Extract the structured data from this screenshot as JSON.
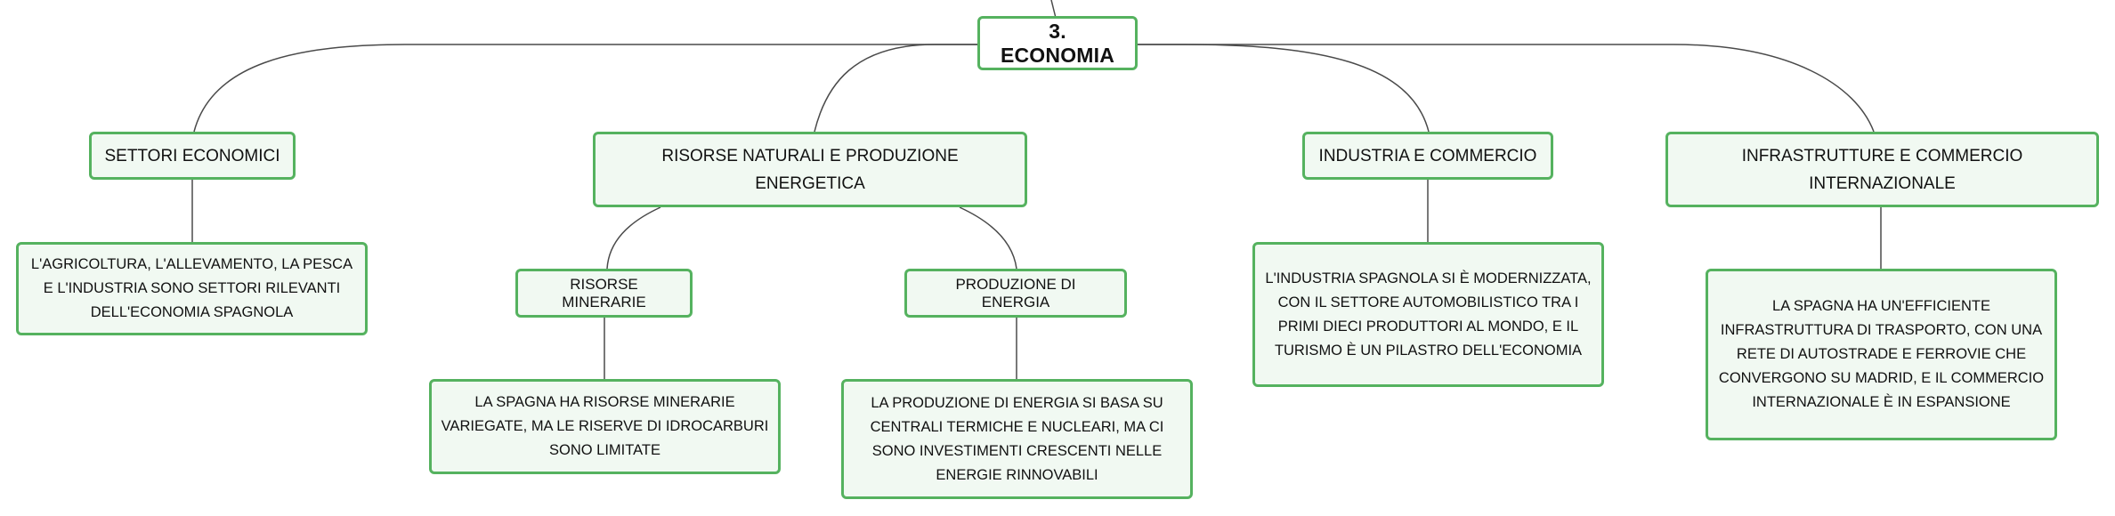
{
  "map": {
    "root": {
      "label": "3. ECONOMIA"
    },
    "settori": {
      "title": "SETTORI ECONOMICI",
      "detail": "L'AGRICOLTURA, L'ALLEVAMENTO, LA PESCA E L'INDUSTRIA SONO SETTORI RILEVANTI DELL'ECONOMIA SPAGNOLA"
    },
    "risorse": {
      "title": "RISORSE NATURALI E PRODUZIONE ENERGETICA",
      "minerarie": {
        "title": "RISORSE MINERARIE",
        "detail": "LA SPAGNA HA RISORSE MINERARIE VARIEGATE, MA LE RISERVE DI IDROCARBURI SONO LIMITATE"
      },
      "energia": {
        "title": "PRODUZIONE DI ENERGIA",
        "detail": "LA PRODUZIONE DI ENERGIA SI BASA SU CENTRALI TERMICHE E NUCLEARI, MA CI SONO INVESTIMENTI CRESCENTI NELLE ENERGIE RINNOVABILI"
      }
    },
    "industria": {
      "title": "INDUSTRIA E COMMERCIO",
      "detail": "L'INDUSTRIA SPAGNOLA SI È MODERNIZZATA, CON IL SETTORE AUTOMOBILISTICO TRA I PRIMI DIECI PRODUTTORI AL MONDO, E IL TURISMO È UN PILASTRO DELL'ECONOMIA"
    },
    "infrastrutture": {
      "title": "INFRASTRUTTURE E COMMERCIO INTERNAZIONALE",
      "detail": "LA SPAGNA HA UN'EFFICIENTE INFRASTRUTTURA DI TRASPORTO, CON UNA RETE DI AUTOSTRADE E FERROVIE CHE CONVERGONO SU MADRID, E IL COMMERCIO INTERNAZIONALE È IN ESPANSIONE"
    }
  },
  "colors": {
    "node_border": "#55b25f",
    "node_fill": "#f1f9f2",
    "connector": "#4a4a4a"
  }
}
